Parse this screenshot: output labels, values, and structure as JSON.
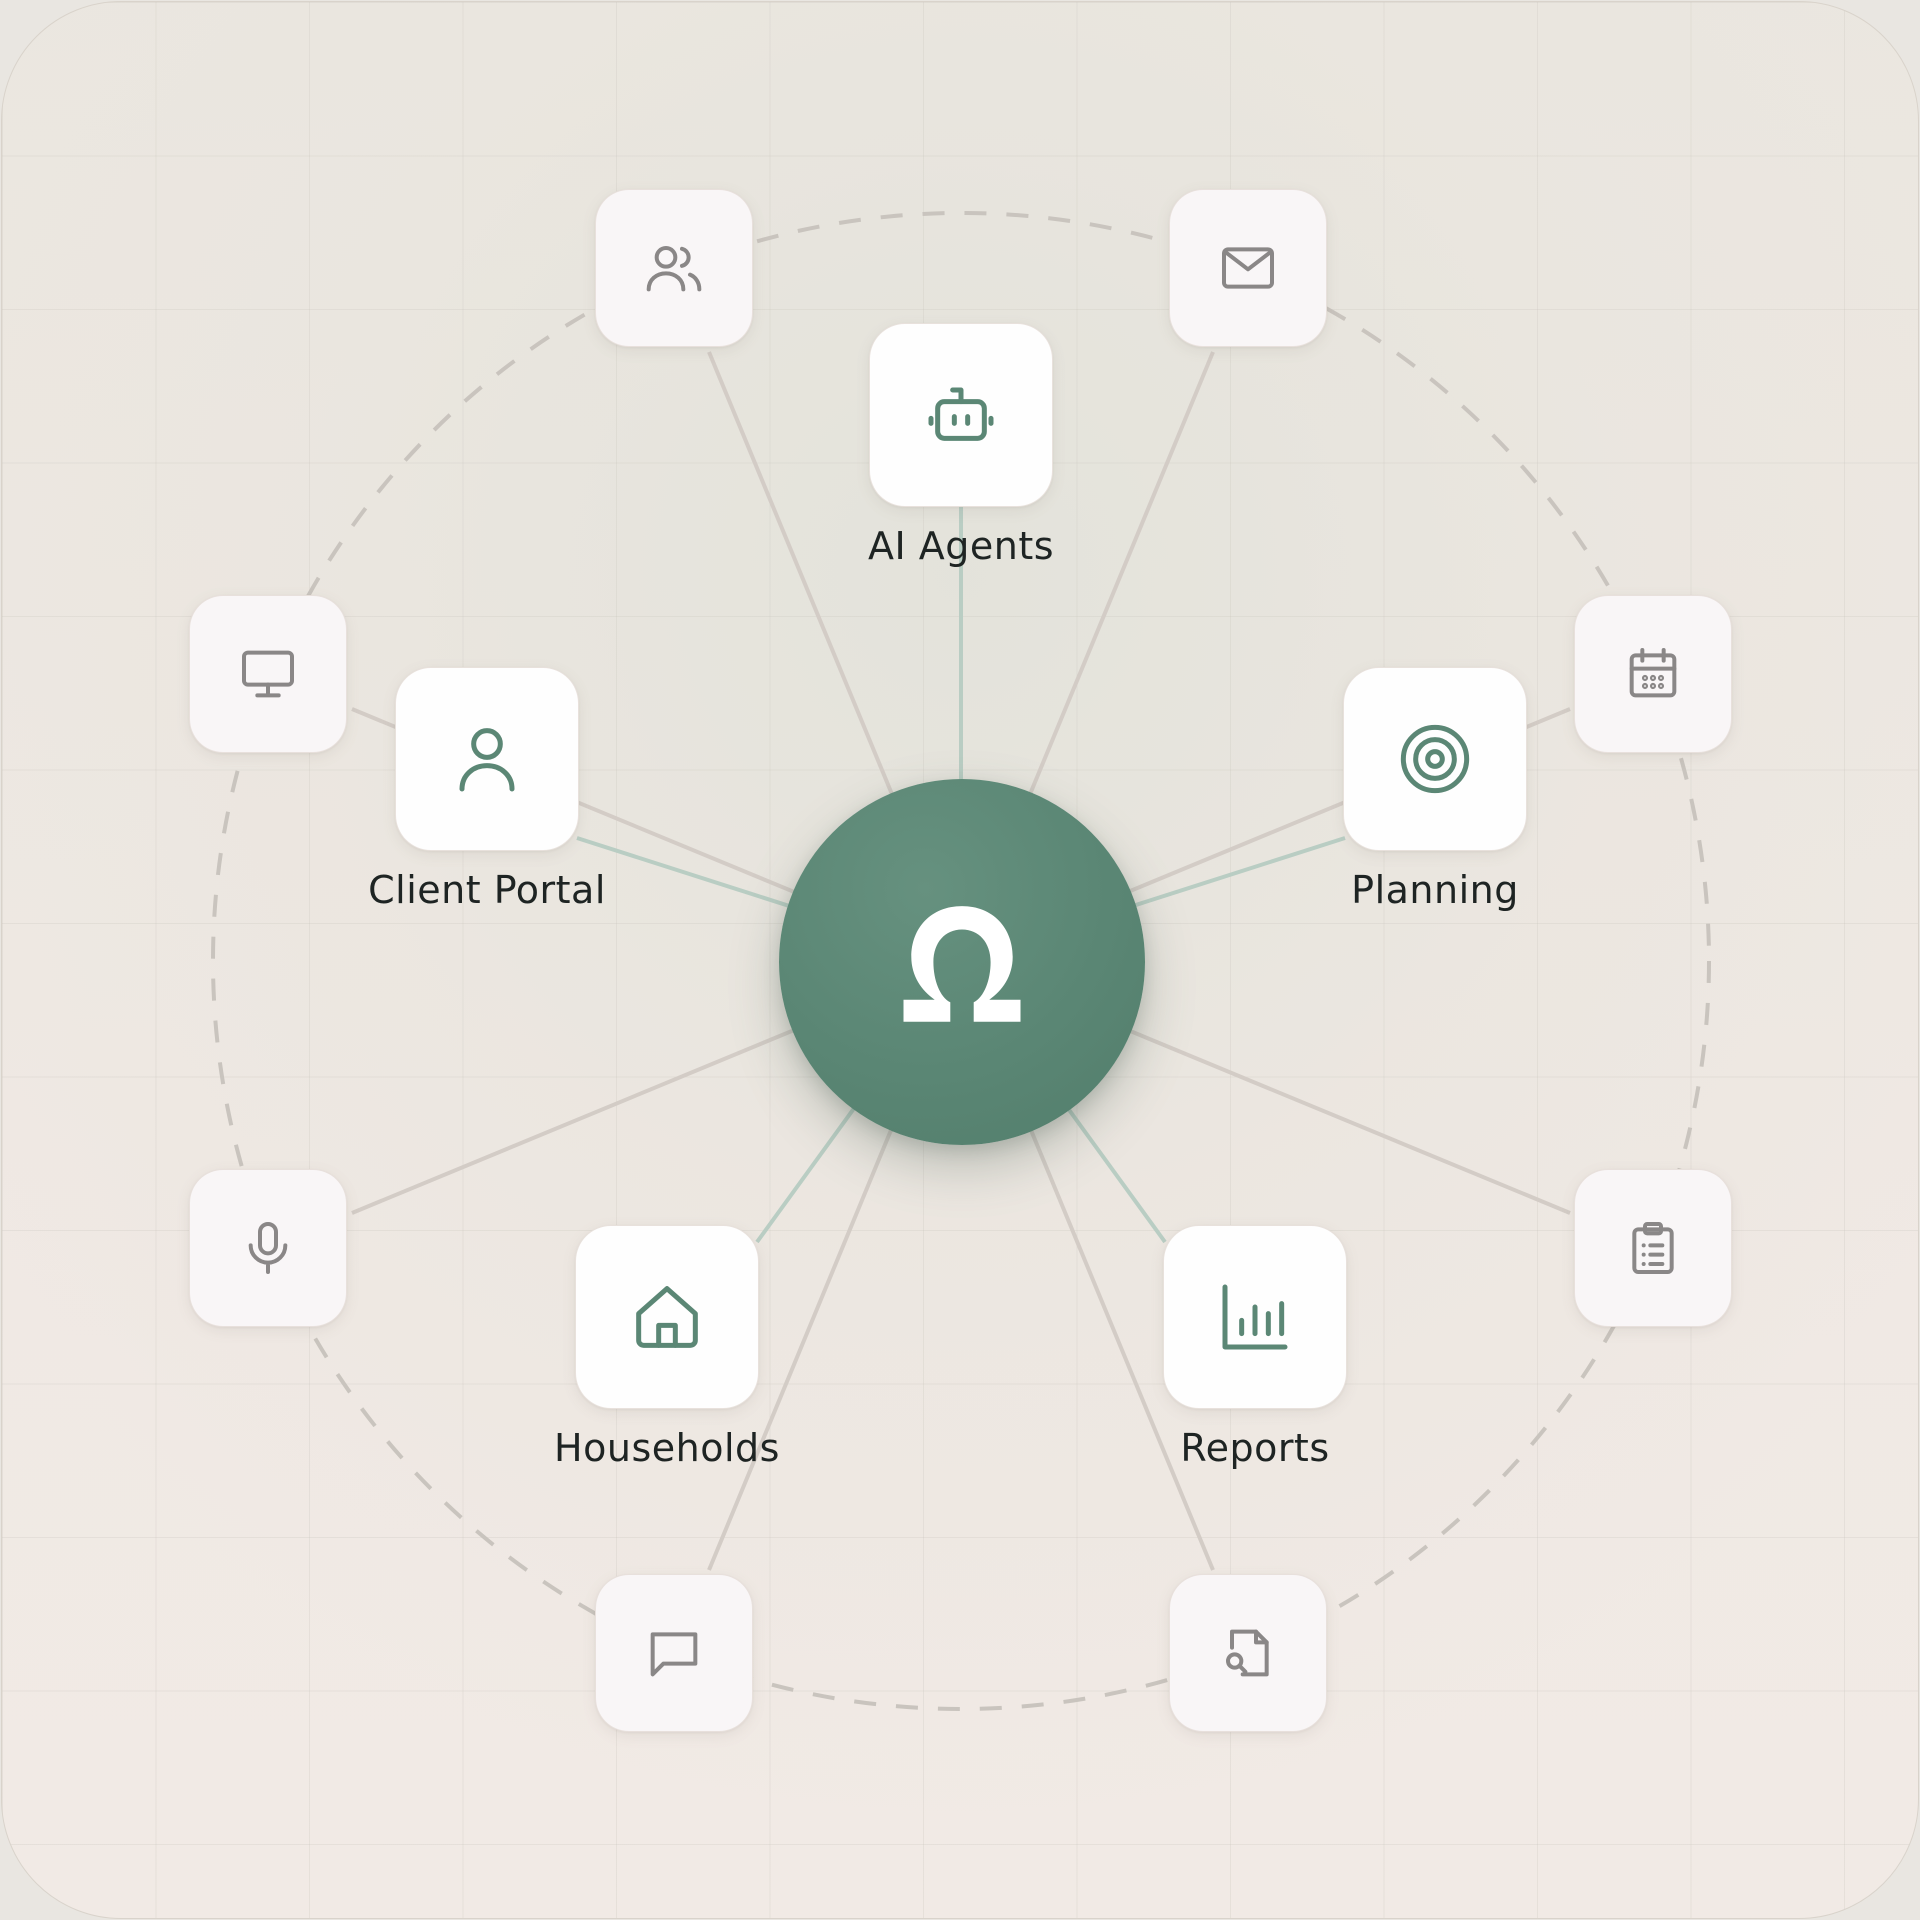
{
  "hub": {
    "icon": "omega-icon",
    "color": "#5b8775"
  },
  "accent": "#5b8775",
  "muted_icon_color": "#8a8787",
  "primary_nodes": [
    {
      "id": "ai-agents",
      "label": "AI Agents",
      "icon": "robot-icon"
    },
    {
      "id": "client-portal",
      "label": "Client Portal",
      "icon": "user-icon"
    },
    {
      "id": "planning",
      "label": "Planning",
      "icon": "target-icon"
    },
    {
      "id": "households",
      "label": "Households",
      "icon": "home-icon"
    },
    {
      "id": "reports",
      "label": "Reports",
      "icon": "bar-chart-icon"
    }
  ],
  "secondary_nodes": [
    {
      "id": "users",
      "icon": "users-icon"
    },
    {
      "id": "mail",
      "icon": "mail-icon"
    },
    {
      "id": "monitor",
      "icon": "monitor-icon"
    },
    {
      "id": "calendar",
      "icon": "calendar-icon"
    },
    {
      "id": "microphone",
      "icon": "microphone-icon"
    },
    {
      "id": "clipboard",
      "icon": "clipboard-icon"
    },
    {
      "id": "chat",
      "icon": "chat-icon"
    },
    {
      "id": "file-search",
      "icon": "file-search-icon"
    }
  ]
}
